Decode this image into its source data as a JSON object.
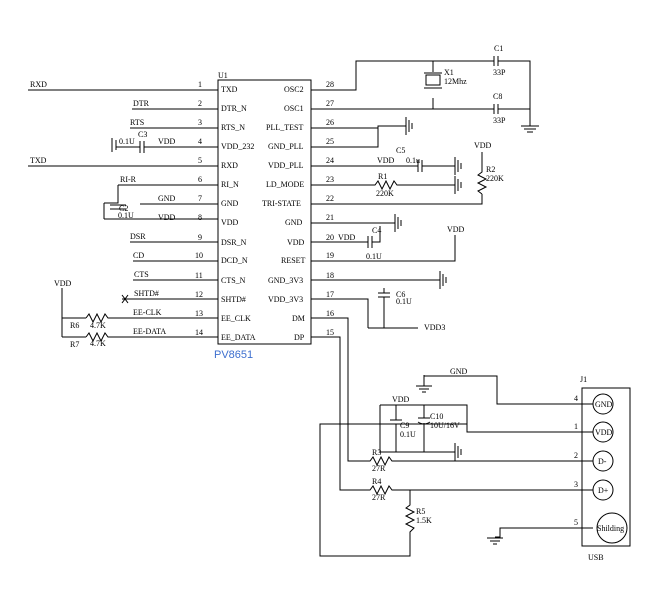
{
  "chip": {
    "ref": "U1",
    "part": "PV8651",
    "left_pins": [
      {
        "num": "1",
        "name": "TXD",
        "net": "RXD"
      },
      {
        "num": "2",
        "name": "DTR_N",
        "net": "DTR"
      },
      {
        "num": "3",
        "name": "RTS_N",
        "net": "RTS"
      },
      {
        "num": "4",
        "name": "VDD_232",
        "net": "VDD"
      },
      {
        "num": "5",
        "name": "RXD",
        "net": "TXD"
      },
      {
        "num": "6",
        "name": "RI_N",
        "net": "RI-R"
      },
      {
        "num": "7",
        "name": "GND",
        "net": "GND"
      },
      {
        "num": "8",
        "name": "VDD",
        "net": "VDD"
      },
      {
        "num": "9",
        "name": "DSR_N",
        "net": "DSR"
      },
      {
        "num": "10",
        "name": "DCD_N",
        "net": "CD"
      },
      {
        "num": "11",
        "name": "CTS_N",
        "net": "CTS"
      },
      {
        "num": "12",
        "name": "SHTD#",
        "net": "SHTD#"
      },
      {
        "num": "13",
        "name": "EE_CLK",
        "net": "EE-CLK"
      },
      {
        "num": "14",
        "name": "EE_DATA",
        "net": "EE-DATA"
      }
    ],
    "right_pins": [
      {
        "num": "28",
        "name": "OSC2"
      },
      {
        "num": "27",
        "name": "OSC1"
      },
      {
        "num": "26",
        "name": "PLL_TEST"
      },
      {
        "num": "25",
        "name": "GND_PLL"
      },
      {
        "num": "24",
        "name": "VDD_PLL"
      },
      {
        "num": "23",
        "name": "LD_MODE"
      },
      {
        "num": "22",
        "name": "TRI-STATE"
      },
      {
        "num": "21",
        "name": "GND"
      },
      {
        "num": "20",
        "name": "VDD"
      },
      {
        "num": "19",
        "name": "RESET"
      },
      {
        "num": "18",
        "name": "GND_3V3"
      },
      {
        "num": "17",
        "name": "VDD_3V3"
      },
      {
        "num": "16",
        "name": "DM"
      },
      {
        "num": "15",
        "name": "DP"
      }
    ]
  },
  "components": {
    "c1": {
      "ref": "C1",
      "value": "33P"
    },
    "c8": {
      "ref": "C8",
      "value": "33P"
    },
    "x1": {
      "ref": "X1",
      "value": "12Mhz"
    },
    "c3": {
      "ref": "C3",
      "value": "0.1U"
    },
    "c2": {
      "ref": "C2",
      "value": "0.1U"
    },
    "c5": {
      "ref": "C5",
      "value": "0.1u"
    },
    "r1": {
      "ref": "R1",
      "value": "220K"
    },
    "r2": {
      "ref": "R2",
      "value": "220K"
    },
    "c4": {
      "ref": "C4",
      "value": "0.1U"
    },
    "c6": {
      "ref": "C6",
      "value": "0.1U"
    },
    "r6": {
      "ref": "R6",
      "value": "4.7K"
    },
    "r7": {
      "ref": "R7",
      "value": "4.7K"
    },
    "c9": {
      "ref": "C9",
      "value": "0.1U"
    },
    "c10": {
      "ref": "C10",
      "value": "10U/16V"
    },
    "r3": {
      "ref": "R3",
      "value": "27R"
    },
    "r4": {
      "ref": "R4",
      "value": "27R"
    },
    "r5": {
      "ref": "R5",
      "value": "1.5K"
    }
  },
  "nets": {
    "vdd": "VDD",
    "gnd": "GND",
    "vdd3": "VDD3"
  },
  "usb": {
    "ref": "J1",
    "label": "USB",
    "pins": [
      {
        "num": "4",
        "name": "GND"
      },
      {
        "num": "1",
        "name": "VDD"
      },
      {
        "num": "2",
        "name": "D-"
      },
      {
        "num": "3",
        "name": "D+"
      },
      {
        "num": "5",
        "name": "Shilding"
      }
    ]
  }
}
